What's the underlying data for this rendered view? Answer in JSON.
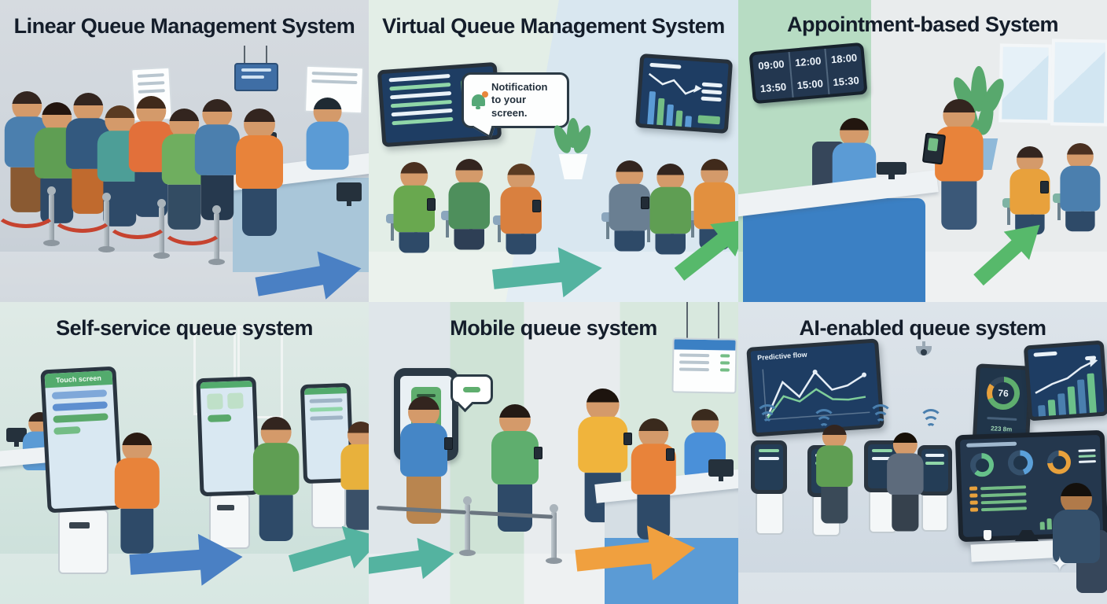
{
  "colors": {
    "arrow_blue": "#4a80c4",
    "arrow_teal": "#54b3a0",
    "arrow_green": "#57b96b",
    "arrow_orange": "#f0a03f",
    "rope_red": "#c6432f",
    "screen_navy": "#1e3d63",
    "accent_green": "#55a877"
  },
  "panels": {
    "linear": {
      "title": "Linear Queue Management System"
    },
    "virtual": {
      "title": "Virtual Queue Management System",
      "notification_text": "Notification to your screen."
    },
    "appointment": {
      "title": "Appointment-based System",
      "board": {
        "row1": [
          "09:00",
          "12:00",
          "18:00"
        ],
        "row2": [
          "13:50",
          "15:00",
          "15:30"
        ]
      }
    },
    "self_service": {
      "title": "Self-service queue system",
      "kiosk_header": "Touch screen"
    },
    "mobile": {
      "title": "Mobile queue system"
    },
    "ai": {
      "title": "AI-enabled queue system",
      "predictive_screen_title": "Predictive flow",
      "gauge_value": "76",
      "gauge_sub": "223 8m"
    }
  }
}
